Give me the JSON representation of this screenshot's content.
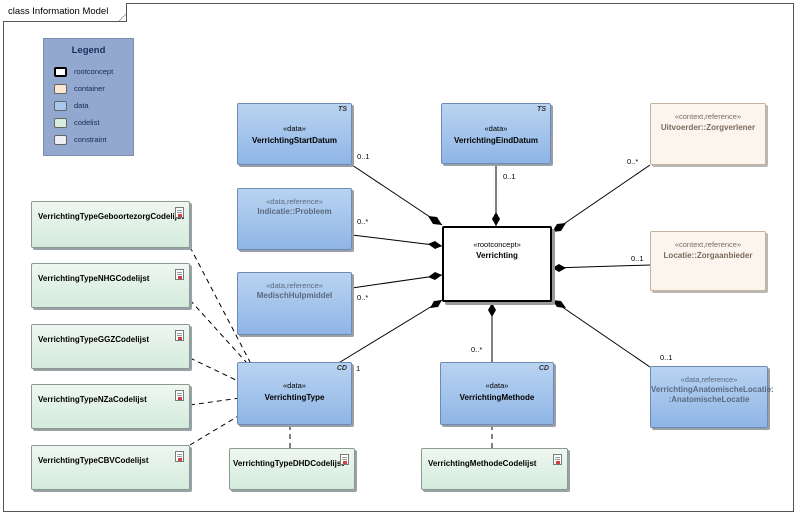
{
  "frame": {
    "title": "class Information Model"
  },
  "legend": {
    "title": "Legend",
    "items": [
      {
        "label": "rootconcept",
        "color": "#ffffff",
        "border": "#000000"
      },
      {
        "label": "container",
        "color": "#fbe6d2",
        "border": "#8a8a8a"
      },
      {
        "label": "data",
        "color": "#a9c8ee",
        "border": "#6e8ab4"
      },
      {
        "label": "codelist",
        "color": "#d6eede",
        "border": "#8a9a8f"
      },
      {
        "label": "constraint",
        "color": "#eeeef4",
        "border": "#8a8a8a"
      }
    ]
  },
  "root": {
    "stereotype": "«rootconcept»",
    "name": "Verrichting"
  },
  "data_classes": {
    "start": {
      "stereotype": "«data»",
      "name": "VerrichtingStartDatum",
      "tag": "TS"
    },
    "eind": {
      "stereotype": "«data»",
      "name": "VerrichtingEindDatum",
      "tag": "TS"
    },
    "type": {
      "stereotype": "«data»",
      "name": "VerrichtingType",
      "tag": "CD"
    },
    "methode": {
      "stereotype": "«data»",
      "name": "VerrichtingMethode",
      "tag": "CD"
    }
  },
  "reference_classes": {
    "indicatie": {
      "stereotype": "«data,reference»",
      "name": "Indicatie::Probleem"
    },
    "medisch": {
      "stereotype": "«data,reference»",
      "name": "MedischHulpmiddel"
    },
    "anatomisch": {
      "stereotype": "«data,reference»",
      "name_line1": "VerrichtingAnatomischeLocatie:",
      "name_line2": ":AnatomischeLocatie"
    }
  },
  "context_classes": {
    "uitvoerder": {
      "stereotype": "«context,reference»",
      "name": "Uitvoerder::Zorgverlener"
    },
    "locatie": {
      "stereotype": "«context,reference»",
      "name": "Locatie::Zorgaanbieder"
    }
  },
  "codelists": {
    "geboortezorg": "VerrichtingTypeGeboortezorgCodelijst",
    "nhg": "VerrichtingTypeNHGCodelijst",
    "ggz": "VerrichtingTypeGGZCodelijst",
    "nza": "VerrichtingTypeNZaCodelijst",
    "cbv": "VerrichtingTypeCBVCodelijst",
    "dhd": "VerrichtingTypeDHDCodelijst",
    "methode": "VerrichtingMethodeCodelijst"
  },
  "multiplicities": {
    "start": "0..1",
    "eind": "0..1",
    "indicatie": "0..*",
    "medisch": "0..*",
    "uitvoerder": "0..*",
    "locatie": "0..1",
    "type": "1",
    "methode": "0..*",
    "anatomisch": "0..1"
  }
}
